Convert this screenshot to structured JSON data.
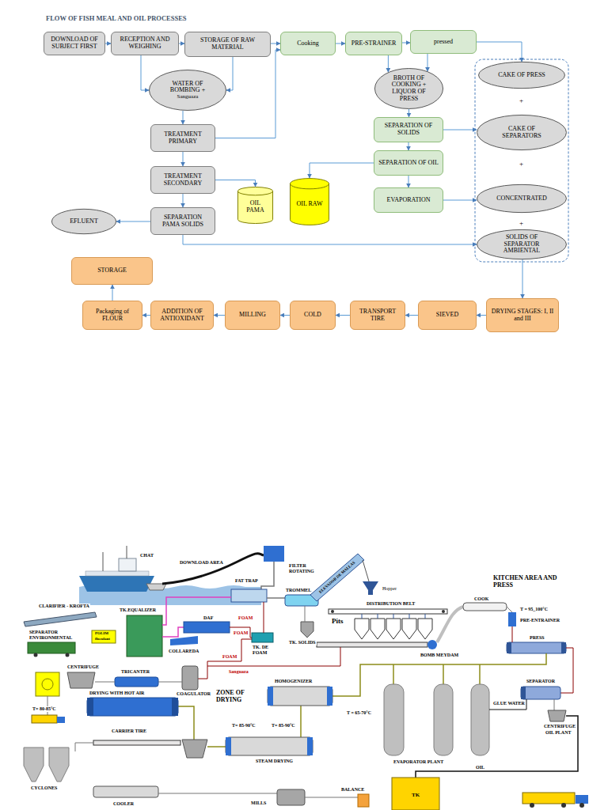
{
  "diagram": {
    "title": "FLOW OF FISH MEAL AND OIL PROCESSES",
    "nodes": [
      {
        "text": [
          "DOWNLOAD OF SUBJECT FIRST"
        ]
      },
      {
        "text": [
          "RECEPTION AND WEIGHING"
        ]
      },
      {
        "text": [
          "STORAGE OF RAW MATERIAL"
        ]
      },
      {
        "text": [
          "Cooking"
        ]
      },
      {
        "text": [
          "PRE-STRAINER"
        ]
      },
      {
        "text": [
          "pressed"
        ]
      },
      {
        "text": [
          "WATER OF BOMBING +",
          "Sanguaza"
        ]
      },
      {
        "text": [
          "BROTH OF COOKING + LIQUOR OF PRESS"
        ]
      },
      {
        "text": [
          "CAKE OF PRESS"
        ]
      },
      {
        "text": [
          "TREATMENT PRIMARY"
        ]
      },
      {
        "text": [
          "SEPARATION OF SOLIDS"
        ]
      },
      {
        "text": [
          "CAKE OF SEPARATORS"
        ]
      },
      {
        "text": [
          "SEPARATION OF OIL"
        ]
      },
      {
        "text": [
          "TREATMENT SECONDARY"
        ]
      },
      {
        "text": [
          "OIL PAMA"
        ]
      },
      {
        "text": [
          "OIL RAW"
        ]
      },
      {
        "text": [
          "EVAPORATION"
        ]
      },
      {
        "text": [
          "CONCENTRATED"
        ]
      },
      {
        "text": [
          "EFLUENT"
        ]
      },
      {
        "text": [
          "SEPARATION PAMA SOLIDS"
        ]
      },
      {
        "text": [
          "SOLIDS OF SEPARATOR AMBIENTAL"
        ]
      },
      {
        "text": [
          "STORAGE"
        ]
      },
      {
        "text": [
          "Packaging of FLOUR"
        ]
      },
      {
        "text": [
          "ADDITION OF ANTIOXIDANT"
        ]
      },
      {
        "text": [
          "MILLING"
        ]
      },
      {
        "text": [
          "COLD"
        ]
      },
      {
        "text": [
          "TRANSPORT TIRE"
        ]
      },
      {
        "text": [
          "SIEVED"
        ]
      },
      {
        "text": [
          "DRYING STAGES: I, II and III"
        ]
      }
    ],
    "edges": [
      {
        "from": 0,
        "to": 1,
        "arrow": "to"
      },
      {
        "from": 1,
        "to": 2,
        "arrow": "to"
      },
      {
        "from": 2,
        "to": 3,
        "arrow": "to"
      },
      {
        "from": 3,
        "to": 4,
        "arrow": "to"
      },
      {
        "from": 4,
        "to": 5,
        "arrow": "to"
      },
      {
        "from": 5,
        "to": 8,
        "arrow": "to"
      },
      {
        "from": 1,
        "to": 6,
        "arrow": "to"
      },
      {
        "from": 2,
        "to": 6,
        "arrow": "to"
      },
      {
        "from": 6,
        "to": 9,
        "arrow": "to"
      },
      {
        "from": 9,
        "to": 3,
        "arrow": "to"
      },
      {
        "from": 9,
        "to": 13,
        "arrow": "to"
      },
      {
        "from": 13,
        "to": 19,
        "arrow": "to"
      },
      {
        "from": 19,
        "to": 18,
        "arrow": "to"
      },
      {
        "from": 13,
        "to": 14,
        "arrow": "to"
      },
      {
        "from": 19,
        "to": 20,
        "arrow": "to"
      },
      {
        "from": 4,
        "to": 7,
        "arrow": "to"
      },
      {
        "from": 5,
        "to": 7,
        "arrow": "to"
      },
      {
        "from": 7,
        "to": 10,
        "arrow": "to"
      },
      {
        "from": 10,
        "to": 11,
        "arrow": "to"
      },
      {
        "from": 10,
        "to": 12,
        "arrow": "to"
      },
      {
        "from": 12,
        "to": 15,
        "arrow": "to"
      },
      {
        "from": 12,
        "to": 16,
        "arrow": "to"
      },
      {
        "from": 16,
        "to": 17,
        "arrow": "to"
      },
      {
        "from": 20,
        "to": 28,
        "arrow": "to"
      },
      {
        "from": 28,
        "to": 27,
        "arrow": "to"
      },
      {
        "from": 27,
        "to": 26,
        "arrow": "to"
      },
      {
        "from": 26,
        "to": 25,
        "arrow": "to"
      },
      {
        "from": 25,
        "to": 24,
        "arrow": "to"
      },
      {
        "from": 24,
        "to": 23,
        "arrow": "to"
      },
      {
        "from": 23,
        "to": 22,
        "arrow": "to"
      },
      {
        "from": 22,
        "to": 21,
        "arrow": "to"
      }
    ],
    "labels": [
      "+",
      "+",
      "+",
      "CHAT",
      "DOWNLOAD AREA",
      "FILTER ROTATING",
      "ELEVADOR DE MALLAS",
      "FAT TRAP",
      "TROMMEL",
      "Hopper",
      "KITCHEN AREA AND PRESS",
      "DISTRIBUTION BELT",
      "COOK",
      "T = 95_100°C",
      "PRE-ENTRAINER",
      "CLARIFIER - KROFTA",
      "TK.EQUALIZER",
      "DAF",
      "FOAM",
      "Pits",
      "SEPARATOR ENVIRONMENTAL",
      "POLIM",
      "floculant",
      "FOAM",
      "PRESS",
      "COLLAREDA",
      "TK. SOLIDS",
      "TK. DE FOAM",
      "BOMB MEYDAM",
      "FOAM",
      "Sanguaza",
      "TRICANTER",
      "COAGULATOR",
      "SEPARATOR",
      "HOMOGENIZER",
      "CENTRIFUGE",
      "DRYING WITH HOT AIR",
      "ZONE OF DRYING",
      "GLUE WATER",
      "T= 80-85°C",
      "T = 65-70°C",
      "CENTRIFUGE",
      "OIL PLANT",
      "T= 85-90°C",
      "T= 85-90°C",
      "CARRIER TIRE",
      "STEAM DRYING",
      "EVAPORATOR PLANT",
      "OIL",
      "CYCLONES",
      "BALANCE",
      "TK",
      "COOLER",
      "MILLS"
    ]
  }
}
